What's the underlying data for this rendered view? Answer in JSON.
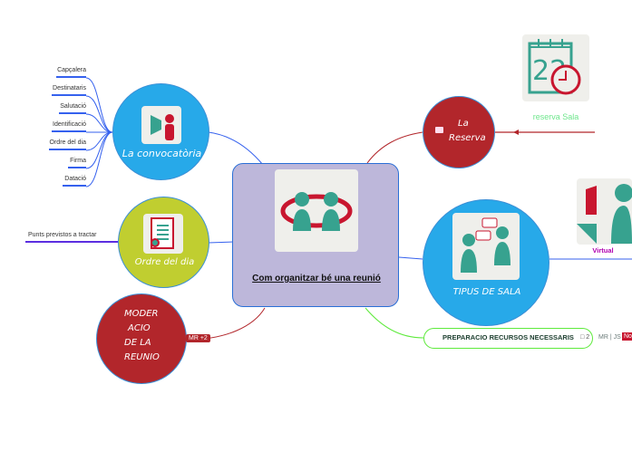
{
  "central": {
    "title": "Com organitzar bé una reunió"
  },
  "nodes": {
    "convocatoria": {
      "label": "La convocatòria",
      "children": [
        "Capçalera",
        "Destinataris",
        "Salutació",
        "Identificació",
        "Ordre del dia",
        "Firma",
        "Datació"
      ]
    },
    "ordre": {
      "label": "Ordre del dia",
      "children": [
        "Punts previstos a tractar"
      ]
    },
    "moderacio": {
      "lines": [
        "MODER",
        "ACIO",
        "DE LA",
        "REUNIO"
      ],
      "badge": "MR +2"
    },
    "reserva": {
      "lines": [
        "La",
        "Reserva"
      ],
      "child": "reserva Sala"
    },
    "tipus": {
      "label": "TIPUS DE SALA",
      "child": "Virtual"
    },
    "preparacio": {
      "label": "PREPARACIO RECURSOS NECESSARIS",
      "comments": "2",
      "users": "MR | JS",
      "status": "No"
    }
  },
  "colors": {
    "blue": "#27a9e9",
    "green": "#c0ce30",
    "red": "#b2262b",
    "lavender": "#bdb7da"
  }
}
